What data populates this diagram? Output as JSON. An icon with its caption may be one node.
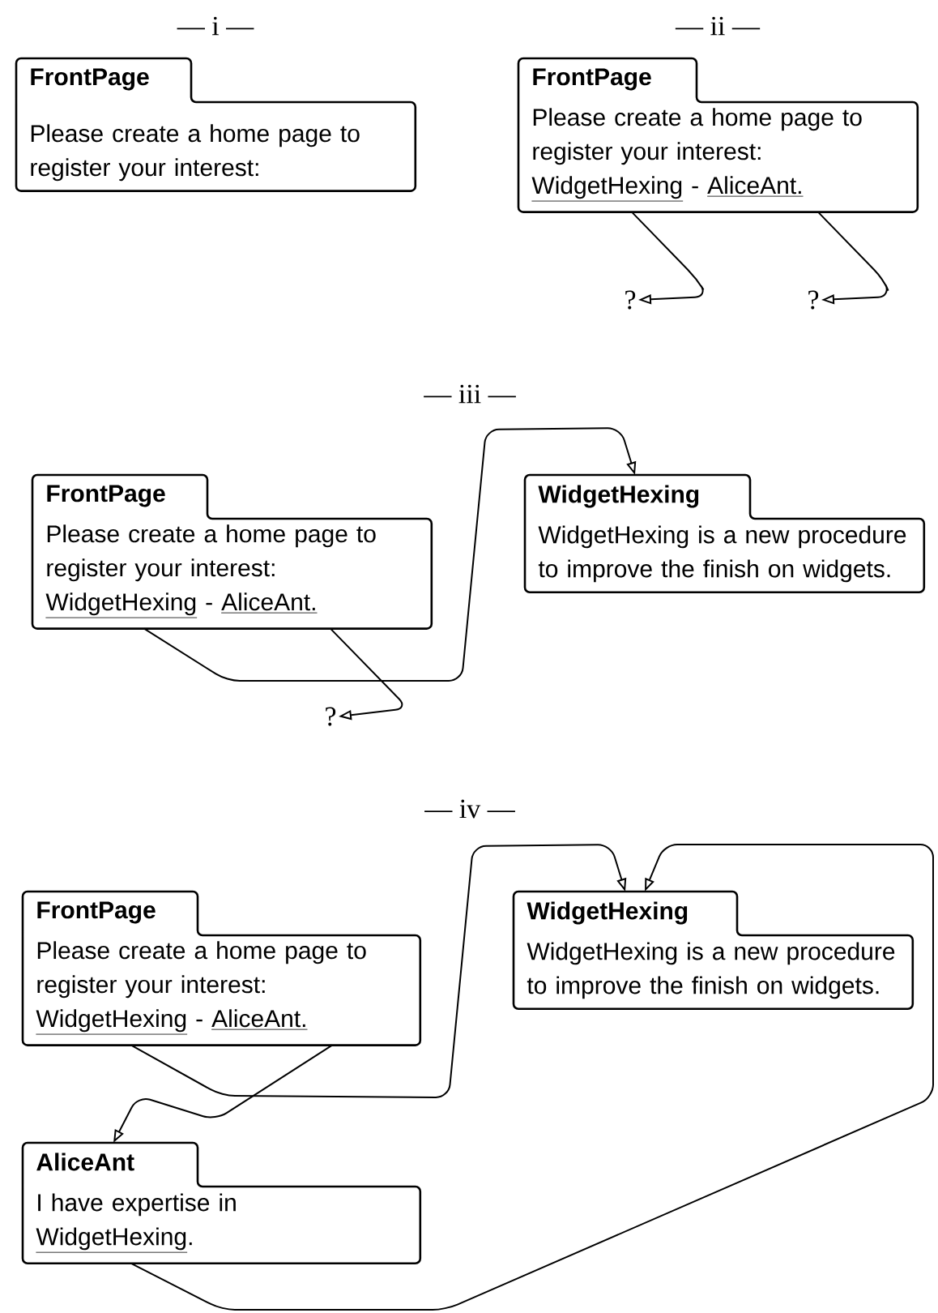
{
  "diagram": {
    "nodes": [
      {
        "text": [
          "FrontPage",
          "Please create a home page to register your interest:"
        ]
      },
      {
        "text": [
          "FrontPage",
          "Please create a home page to register your interest:",
          "WidgetHexing",
          "-",
          "AliceAnt."
        ]
      },
      {
        "text": [
          "?"
        ]
      },
      {
        "text": [
          "?"
        ]
      },
      {
        "text": [
          "FrontPage",
          "Please create a home page to register your interest:",
          "WidgetHexing",
          "-",
          "AliceAnt."
        ]
      },
      {
        "text": [
          "WidgetHexing",
          "WidgetHexing is a new procedure to improve the finish on widgets."
        ]
      },
      {
        "text": [
          "?"
        ]
      },
      {
        "text": [
          "FrontPage",
          "Please create a home page to register your interest:",
          "WidgetHexing",
          "-",
          "AliceAnt."
        ]
      },
      {
        "text": [
          "WidgetHexing",
          "WidgetHexing is a new procedure to improve the finish on widgets."
        ]
      },
      {
        "text": [
          "AliceAnt",
          "I have expertise in",
          "WidgetHexing",
          "."
        ]
      }
    ],
    "edges": [
      {
        "from": 1,
        "to": 2,
        "arrow": "to"
      },
      {
        "from": 1,
        "to": 3,
        "arrow": "to"
      },
      {
        "from": 4,
        "to": 5,
        "arrow": "to"
      },
      {
        "from": 4,
        "to": 6,
        "arrow": "to"
      },
      {
        "from": 7,
        "to": 8,
        "arrow": "to"
      },
      {
        "from": 7,
        "to": 9,
        "arrow": "to"
      },
      {
        "from": 9,
        "to": 8,
        "arrow": "to"
      }
    ],
    "labels": [
      "— i —",
      "— ii —",
      "— iii —",
      "— iv —"
    ]
  }
}
